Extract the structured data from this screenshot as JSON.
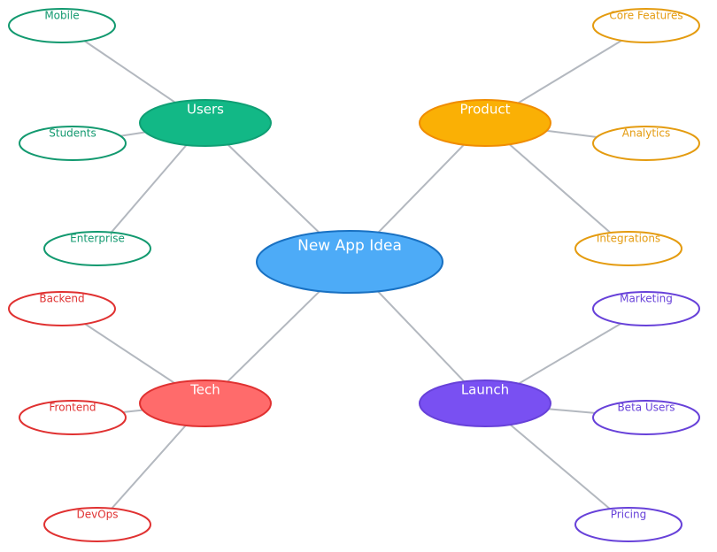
{
  "mindmap": {
    "center": {
      "label": "New App Idea",
      "fill": "#4dabf7",
      "stroke": "#1971c2"
    },
    "branches": [
      {
        "label": "Users",
        "fill": "#12b886",
        "stroke": "#0f9f74",
        "leaf_color": "#12996f",
        "leaves": [
          "Mobile",
          "Students",
          "Enterprise"
        ]
      },
      {
        "label": "Product",
        "fill": "#fab005",
        "stroke": "#f08c00",
        "leaf_color": "#e49b0f",
        "leaves": [
          "Core Features",
          "Analytics",
          "Integrations"
        ]
      },
      {
        "label": "Tech",
        "fill": "#ff6b6b",
        "stroke": "#e03131",
        "leaf_color": "#e03131",
        "leaves": [
          "Backend",
          "Frontend",
          "DevOps"
        ]
      },
      {
        "label": "Launch",
        "fill": "#7950f2",
        "stroke": "#6741d9",
        "leaf_color": "#6741d9",
        "leaves": [
          "Marketing",
          "Beta Users",
          "Pricing"
        ]
      }
    ]
  }
}
